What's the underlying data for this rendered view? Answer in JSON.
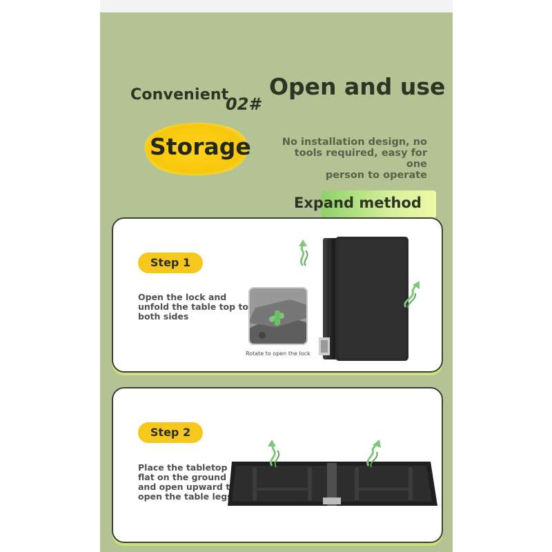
{
  "header": {
    "convenient": "Convenient",
    "number": "02#",
    "open_and_use": "Open and use",
    "storage": "Storage",
    "description_lines": [
      "No installation design, no",
      "tools required, easy for one",
      "person to operate"
    ]
  },
  "expand_method": {
    "label": "Expand method"
  },
  "steps": [
    {
      "label": "Step 1",
      "description_lines": [
        "Open the lock and",
        "unfold the table top to",
        "both sides"
      ],
      "caption": "Rotate to open the lock"
    },
    {
      "label": "Step 2",
      "description_lines": [
        "Place the tabletop",
        "flat on the ground",
        "and open upward to",
        "open the table legs"
      ]
    }
  ],
  "colors": {
    "panel_bg": "#b4c393",
    "pill": "#f6c81e",
    "arrow": "#7ec87a",
    "text_dark": "#2d3424"
  },
  "icons": [
    "up-arrow-icon",
    "lock-icon"
  ]
}
